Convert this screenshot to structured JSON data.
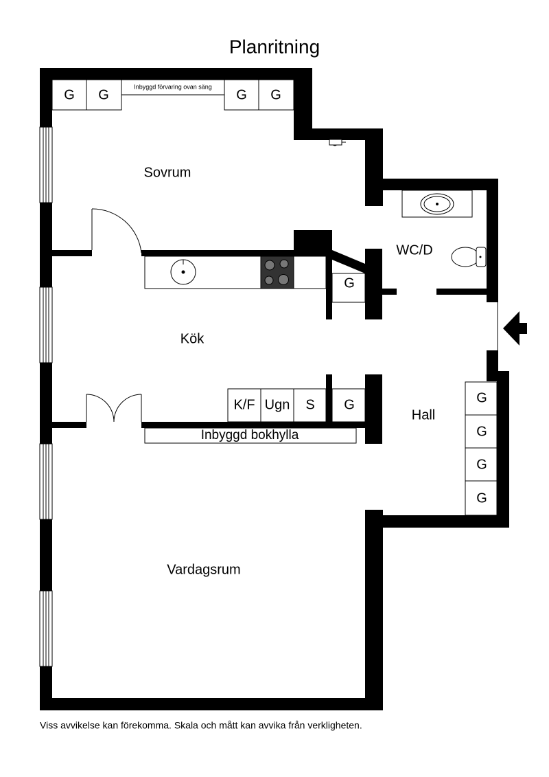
{
  "title": "Planritning",
  "rooms": {
    "sovrum": "Sovrum",
    "kok": "Kök",
    "wc": "WC/D",
    "hall": "Hall",
    "vardagsrum": "Vardagsrum"
  },
  "labels": {
    "storage_over_bed": "Inbyggd förvaring ovan säng",
    "bookshelf": "Inbyggd bokhylla",
    "wardrobe": "G",
    "fridge_freezer": "K/F",
    "oven": "Ugn",
    "cabinet_s": "S"
  },
  "footer": "Viss avvikelse kan förekomma. Skala och mått kan avvika från verkligheten.",
  "colors": {
    "wall": "#000000",
    "background": "#ffffff"
  },
  "icons": {
    "entrance": "entrance-arrow-icon",
    "sink": "sink-icon",
    "stove": "stove-icon",
    "toilet": "toilet-icon",
    "shower": "shower-icon"
  }
}
